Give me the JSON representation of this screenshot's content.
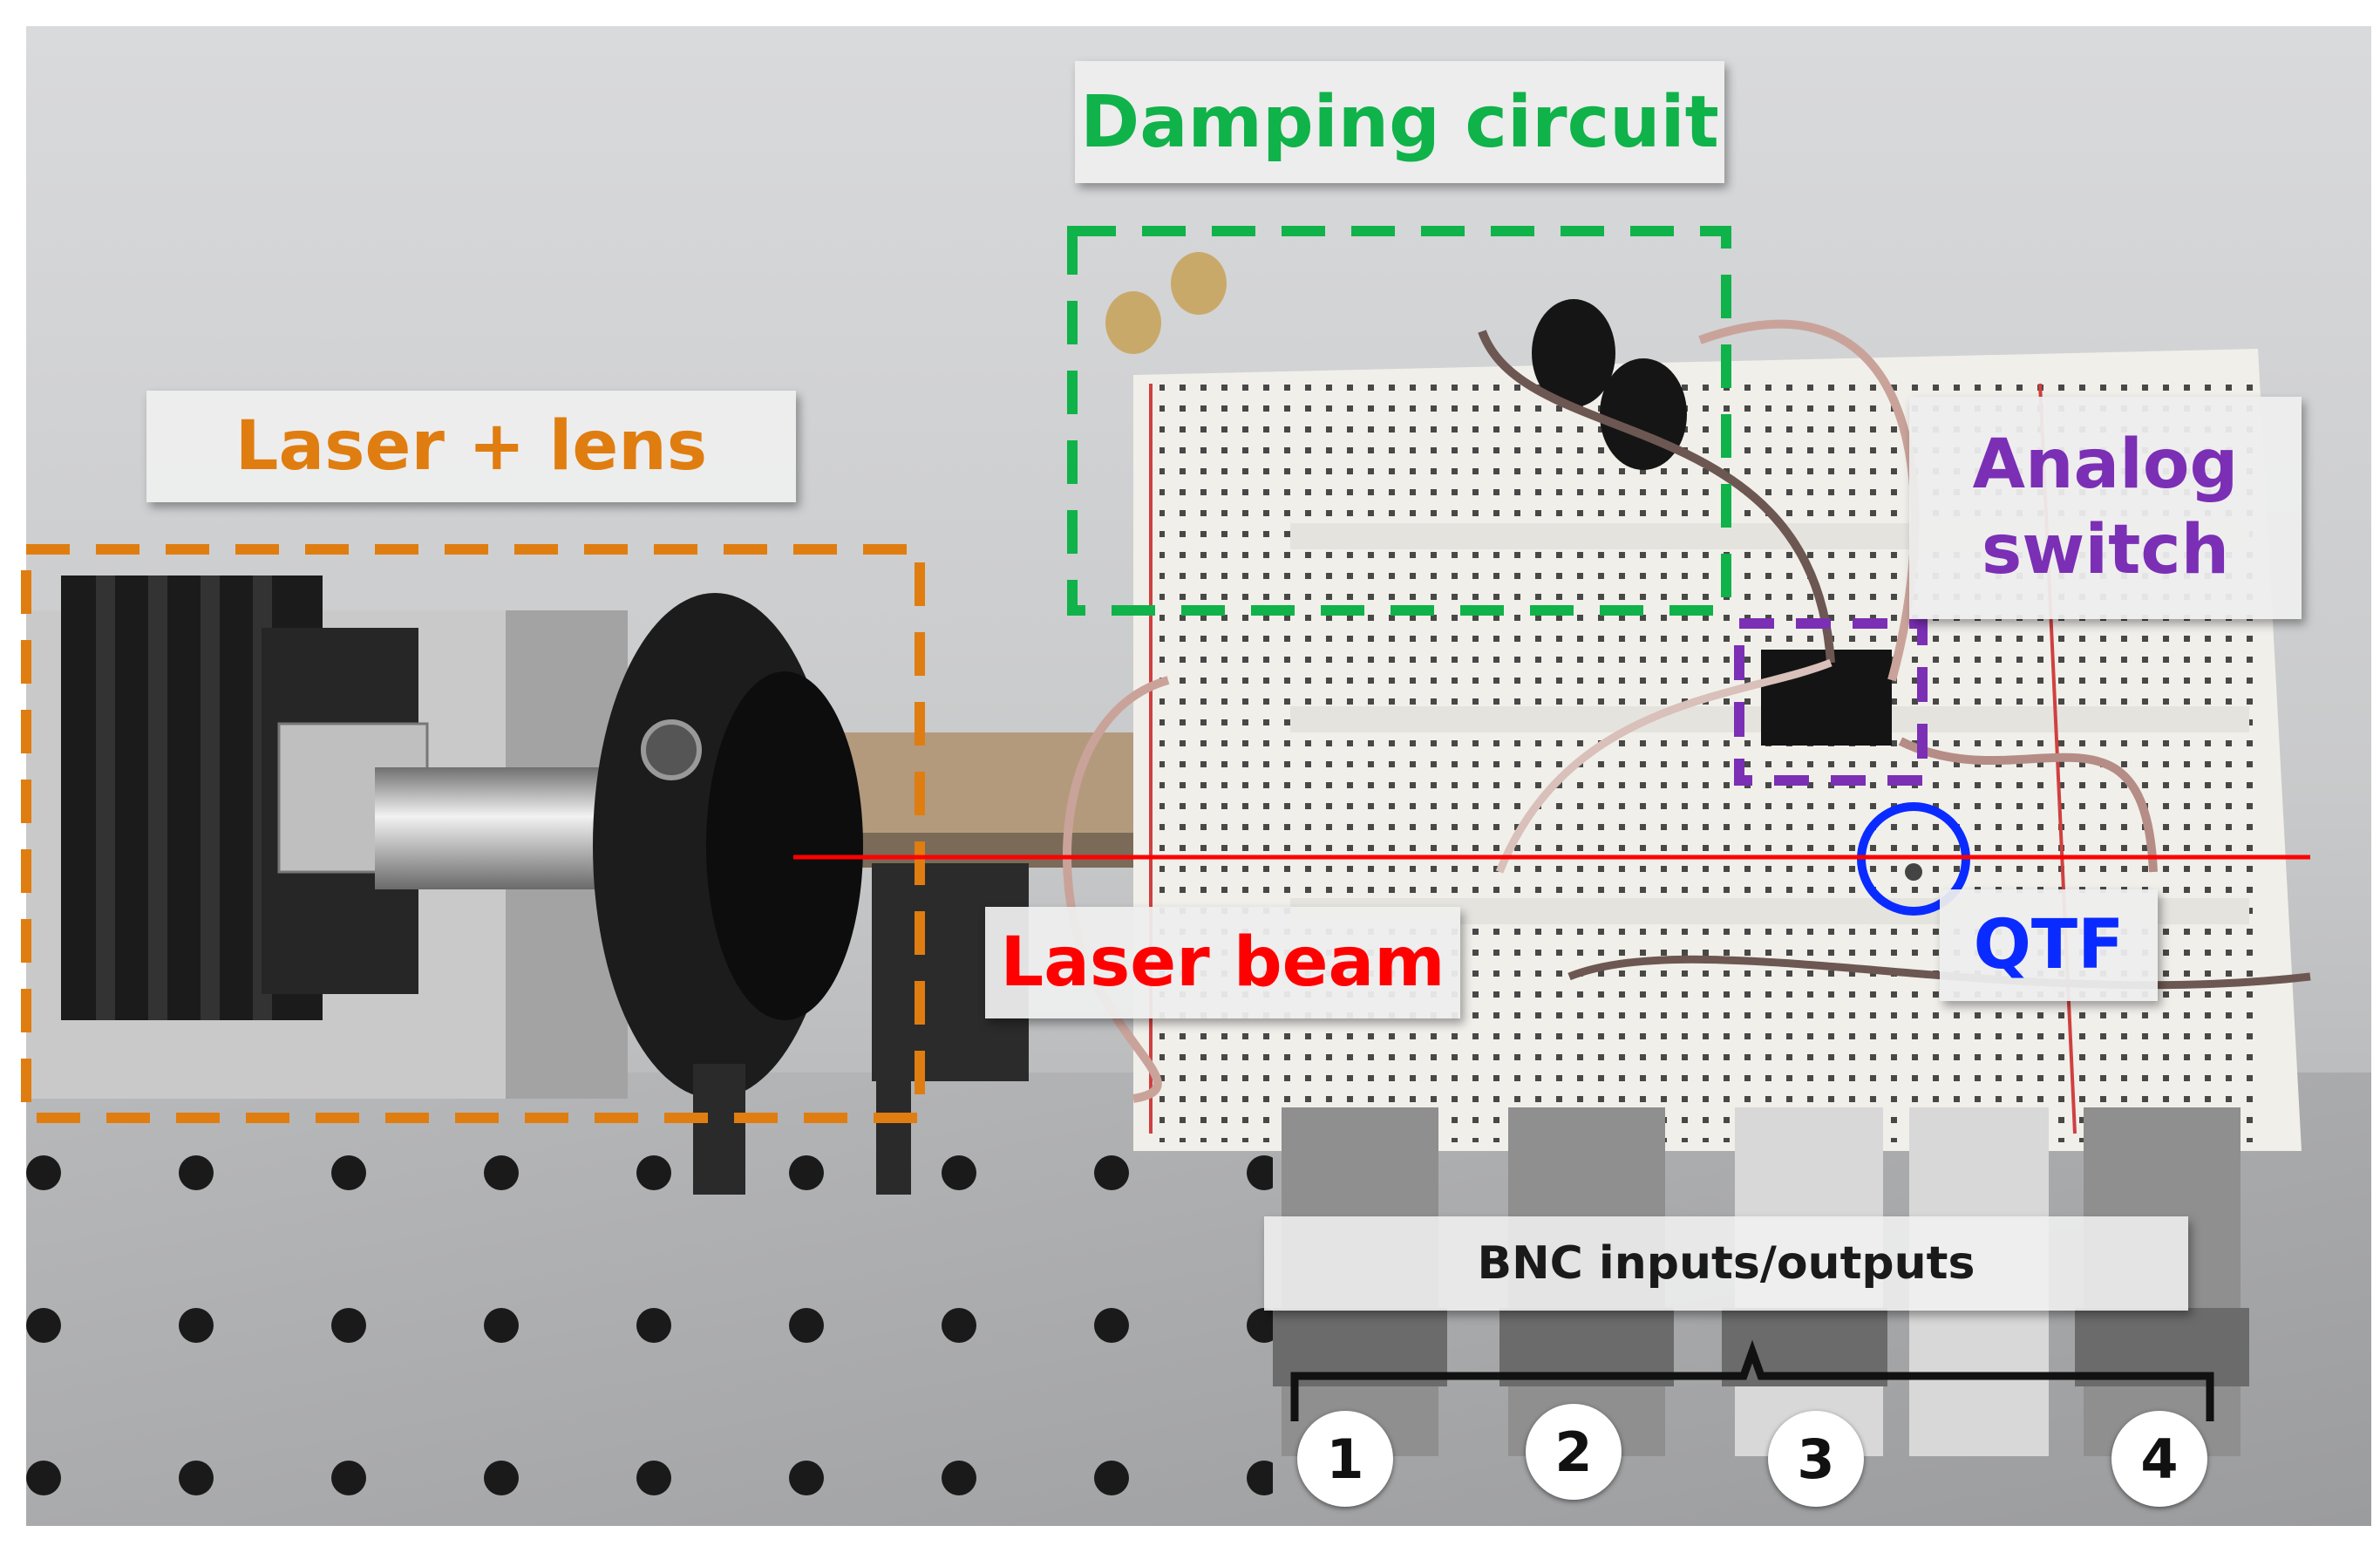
{
  "labels": {
    "damping_circuit": "Damping circuit",
    "laser_lens": "Laser + lens",
    "analog_switch_line1": "Analog",
    "analog_switch_line2": "switch",
    "laser_beam": "Laser beam",
    "qtf": "QTF",
    "bnc": "BNC inputs/outputs"
  },
  "bnc_numbers": [
    "1",
    "2",
    "3",
    "4"
  ],
  "colors": {
    "damping": "#10b24a",
    "laser_lens": "#e07d10",
    "analog_switch": "#7b2fb5",
    "laser_beam": "#ff0000",
    "qtf": "#0a2bff"
  }
}
